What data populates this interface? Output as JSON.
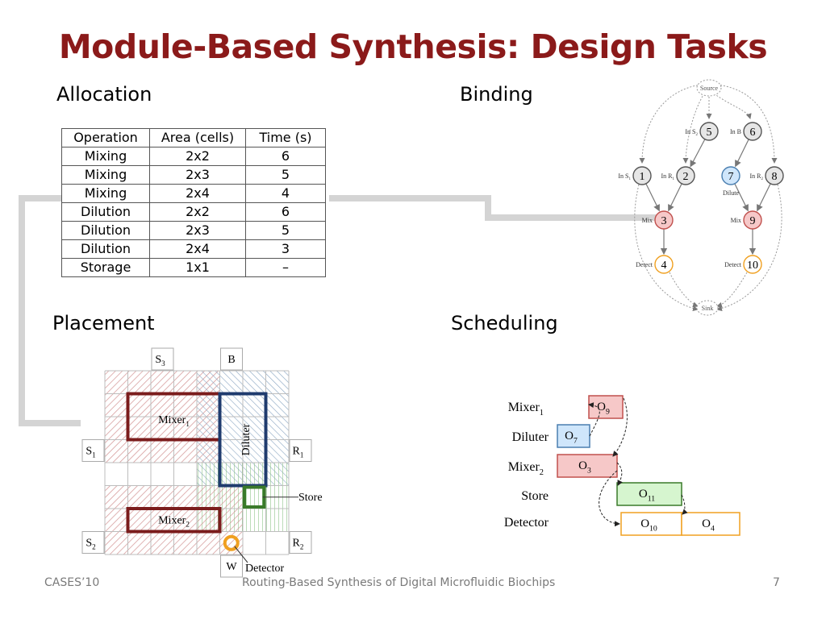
{
  "slide": {
    "title": "Module-Based Synthesis: Design Tasks",
    "footer_left": "CASES’10",
    "footer_center": "Routing-Based Synthesis of Digital Microfluidic Biochips",
    "footer_right": "7",
    "colors": {
      "title": "#8b1a1a",
      "connector": "#d4d4d4"
    }
  },
  "allocation": {
    "heading": "Allocation",
    "columns": [
      "Operation",
      "Area (cells)",
      "Time (s)"
    ],
    "rows": [
      [
        "Mixing",
        "2x2",
        "6"
      ],
      [
        "Mixing",
        "2x3",
        "5"
      ],
      [
        "Mixing",
        "2x4",
        "4"
      ],
      [
        "Dilution",
        "2x2",
        "6"
      ],
      [
        "Dilution",
        "2x3",
        "5"
      ],
      [
        "Dilution",
        "2x4",
        "3"
      ],
      [
        "Storage",
        "1x1",
        "–"
      ]
    ]
  },
  "binding": {
    "heading": "Binding",
    "source_label": "Source",
    "sink_label": "Sink",
    "nodes": [
      {
        "id": "5",
        "label": "In S",
        "sub": "2",
        "fill": "#e6e6e6",
        "stroke": "#555555"
      },
      {
        "id": "6",
        "label": "In B",
        "sub": "",
        "fill": "#e6e6e6",
        "stroke": "#555555"
      },
      {
        "id": "1",
        "label": "In S",
        "sub": "1",
        "fill": "#e6e6e6",
        "stroke": "#555555"
      },
      {
        "id": "2",
        "label": "In R",
        "sub": "1",
        "fill": "#e6e6e6",
        "stroke": "#555555"
      },
      {
        "id": "7",
        "label": "Dilute",
        "sub": "",
        "fill": "#cfe6fb",
        "stroke": "#4a7fb0"
      },
      {
        "id": "8",
        "label": "In R",
        "sub": "2",
        "fill": "#e6e6e6",
        "stroke": "#555555"
      },
      {
        "id": "3",
        "label": "Mix",
        "sub": "",
        "fill": "#f6c8c8",
        "stroke": "#c0504d"
      },
      {
        "id": "9",
        "label": "Mix",
        "sub": "",
        "fill": "#f6c8c8",
        "stroke": "#c0504d"
      },
      {
        "id": "4",
        "label": "Detect",
        "sub": "",
        "fill": "#ffffff",
        "stroke": "#f0a020"
      },
      {
        "id": "10",
        "label": "Detect",
        "sub": "",
        "fill": "#ffffff",
        "stroke": "#f0a020"
      }
    ]
  },
  "placement": {
    "heading": "Placement",
    "ports": [
      {
        "label": "S",
        "sub": "3"
      },
      {
        "label": "B",
        "sub": ""
      },
      {
        "label": "S",
        "sub": "1"
      },
      {
        "label": "R",
        "sub": "1"
      },
      {
        "label": "S",
        "sub": "2"
      },
      {
        "label": "R",
        "sub": "2"
      },
      {
        "label": "W",
        "sub": ""
      }
    ],
    "modules": [
      {
        "label": "Mixer",
        "sub": "1",
        "color": "#7b1c1c"
      },
      {
        "label": "Diluter",
        "sub": "",
        "color": "#1f3b6e"
      },
      {
        "label": "Mixer",
        "sub": "2",
        "color": "#7b1c1c"
      },
      {
        "label": "Store",
        "sub": "",
        "color": "#3a7a2a"
      }
    ],
    "annotations": {
      "store": "Store",
      "detector": "Detector"
    }
  },
  "scheduling": {
    "heading": "Scheduling",
    "resources": [
      {
        "label": "Mixer",
        "sub": "1"
      },
      {
        "label": "Diluter",
        "sub": ""
      },
      {
        "label": "Mixer",
        "sub": "2"
      },
      {
        "label": "Store",
        "sub": ""
      },
      {
        "label": "Detector",
        "sub": ""
      }
    ],
    "operations": [
      {
        "label": "O",
        "sub": "9",
        "resource": "Mixer1",
        "fill": "#f6c8c8",
        "stroke": "#c0504d"
      },
      {
        "label": "O",
        "sub": "7",
        "resource": "Diluter",
        "fill": "#cfe6fb",
        "stroke": "#4a7fb0"
      },
      {
        "label": "O",
        "sub": "3",
        "resource": "Mixer2",
        "fill": "#f6c8c8",
        "stroke": "#c0504d"
      },
      {
        "label": "O",
        "sub": "11",
        "resource": "Store",
        "fill": "#d6f5cf",
        "stroke": "#3a7a2a"
      },
      {
        "label": "O",
        "sub": "10",
        "resource": "Detector",
        "fill": "#ffffff",
        "stroke": "#f0a020"
      },
      {
        "label": "O",
        "sub": "4",
        "resource": "Detector",
        "fill": "#ffffff",
        "stroke": "#f0a020"
      }
    ]
  }
}
